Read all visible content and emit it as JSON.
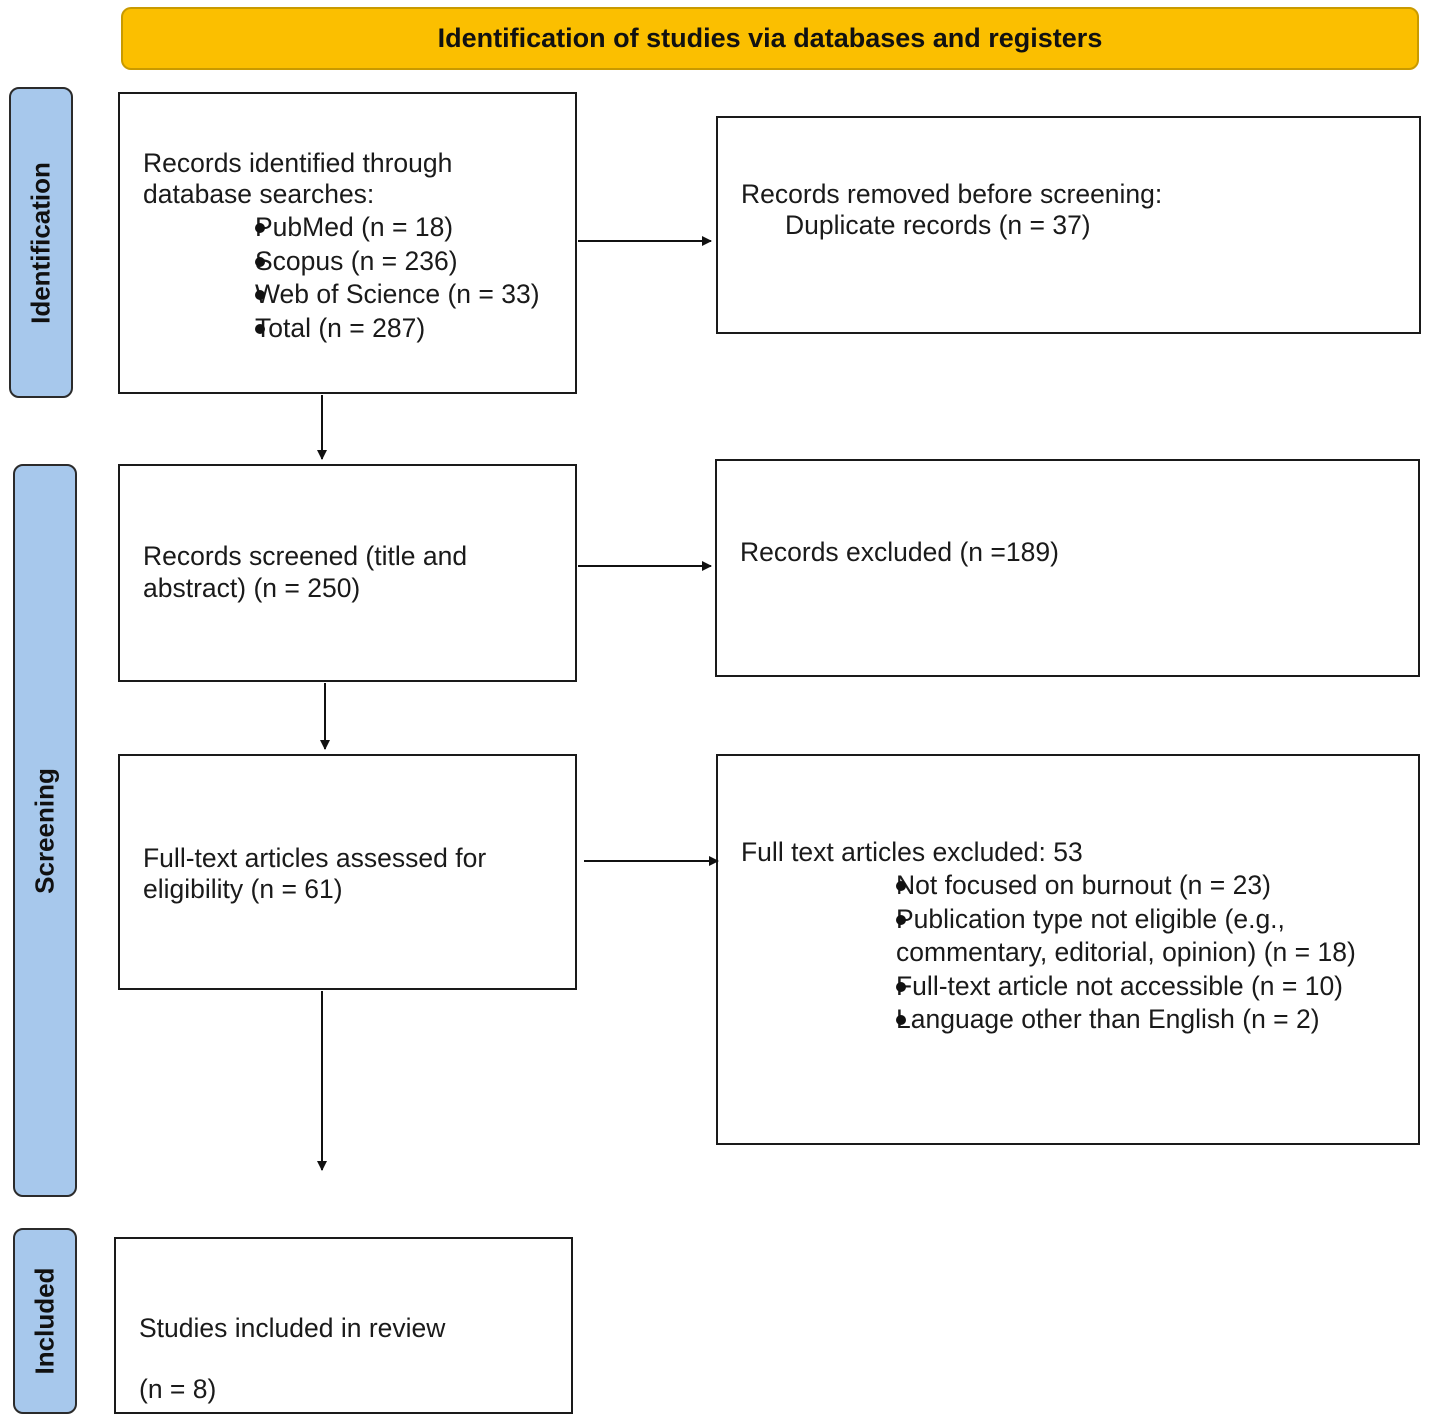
{
  "header": {
    "title": "Identification of studies via databases and registers"
  },
  "stages": {
    "identification": "Identification",
    "screening": "Screening",
    "included": "Included"
  },
  "records_identified": {
    "heading_line1": "Records identified through",
    "heading_line2": "database searches:",
    "items": [
      "PubMed (n = 18)",
      "Scopus (n = 236)",
      "Web of Science (n = 33)",
      "Total (n = 287)"
    ]
  },
  "records_removed": {
    "heading": "Records removed before screening:",
    "detail": "Duplicate records (n = 37)"
  },
  "records_screened": {
    "line1": "Records screened (title and",
    "line2": "abstract) (n = 250)"
  },
  "records_excluded": {
    "text": "Records excluded (n =189)"
  },
  "fulltext_assessed": {
    "line1": "Full-text articles assessed for",
    "line2": "eligibility (n = 61)"
  },
  "fulltext_excluded": {
    "heading": "Full text articles excluded: 53",
    "items": [
      "Not focused on burnout (n = 23)",
      "Publication type not eligible (e.g.,",
      "Full-text article not accessible (n = 10)",
      "Language other than English (n = 2)"
    ],
    "item2_cont": "commentary, editorial, opinion) (n = 18)"
  },
  "included": {
    "line1": "Studies included in review",
    "line2": "(n = 8)"
  }
}
